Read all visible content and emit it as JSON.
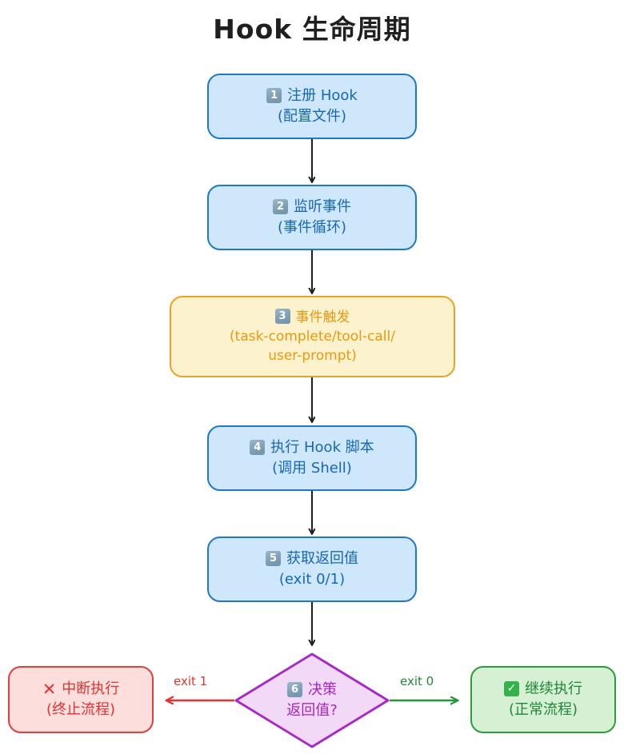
{
  "diagram": {
    "title": "Hook 生命周期",
    "type": "flowchart",
    "direction": "top-to-bottom",
    "background": "#ffffff",
    "colors": {
      "process_border": "#2077c9",
      "process_fill": "#cfe7fb",
      "process_text": "#1667b5",
      "event_border": "#eda321",
      "event_fill": "#fdf2ce",
      "event_text": "#e8990f",
      "decision_border": "#a726c4",
      "decision_fill": "#f1d9f7",
      "decision_text": "#a726c4",
      "fail_border": "#e33f3c",
      "fail_fill": "#fcdedd",
      "fail_text": "#e0342f",
      "success_border": "#2d9c3d",
      "success_fill": "#d6f0d4",
      "success_text": "#22863a",
      "arrow_default": "#1f1f1f"
    },
    "nodes": [
      {
        "id": "register",
        "badge": "1",
        "line1": "注册 Hook",
        "line2": "(配置文件)",
        "style": "process"
      },
      {
        "id": "listen",
        "badge": "2",
        "line1": "监听事件",
        "line2": "(事件循环)",
        "style": "process"
      },
      {
        "id": "trigger",
        "badge": "3",
        "line1": "事件触发",
        "line2": "(task-complete/tool-call/",
        "line3": "user-prompt)",
        "style": "event"
      },
      {
        "id": "execute",
        "badge": "4",
        "line1": "执行 Hook 脚本",
        "line2": "(调用 Shell)",
        "style": "process"
      },
      {
        "id": "result",
        "badge": "5",
        "line1": "获取返回值",
        "line2": "(exit 0/1)",
        "style": "process"
      },
      {
        "id": "decision",
        "badge": "6",
        "line1": "决策",
        "line2": "返回值?",
        "style": "decision"
      },
      {
        "id": "abort",
        "icon": "cross-mark-icon",
        "icon_glyph": "✕",
        "line1": "中断执行",
        "line2": "(终止流程)",
        "style": "fail"
      },
      {
        "id": "continue",
        "icon": "check-mark-icon",
        "icon_glyph": "✓",
        "line1": "继续执行",
        "line2": "(正常流程)",
        "style": "success"
      }
    ],
    "edges": [
      {
        "from": "register",
        "to": "listen",
        "label": "",
        "color": "#1f1f1f"
      },
      {
        "from": "listen",
        "to": "trigger",
        "label": "",
        "color": "#1f1f1f"
      },
      {
        "from": "trigger",
        "to": "execute",
        "label": "",
        "color": "#1f1f1f"
      },
      {
        "from": "execute",
        "to": "result",
        "label": "",
        "color": "#1f1f1f"
      },
      {
        "from": "result",
        "to": "decision",
        "label": "",
        "color": "#1f1f1f"
      },
      {
        "from": "decision",
        "to": "abort",
        "label": "exit 1",
        "color": "#e0342f"
      },
      {
        "from": "decision",
        "to": "continue",
        "label": "exit 0",
        "color": "#22863a"
      }
    ],
    "edge_labels": {
      "exit_fail": "exit 1",
      "exit_ok": "exit 0"
    }
  }
}
